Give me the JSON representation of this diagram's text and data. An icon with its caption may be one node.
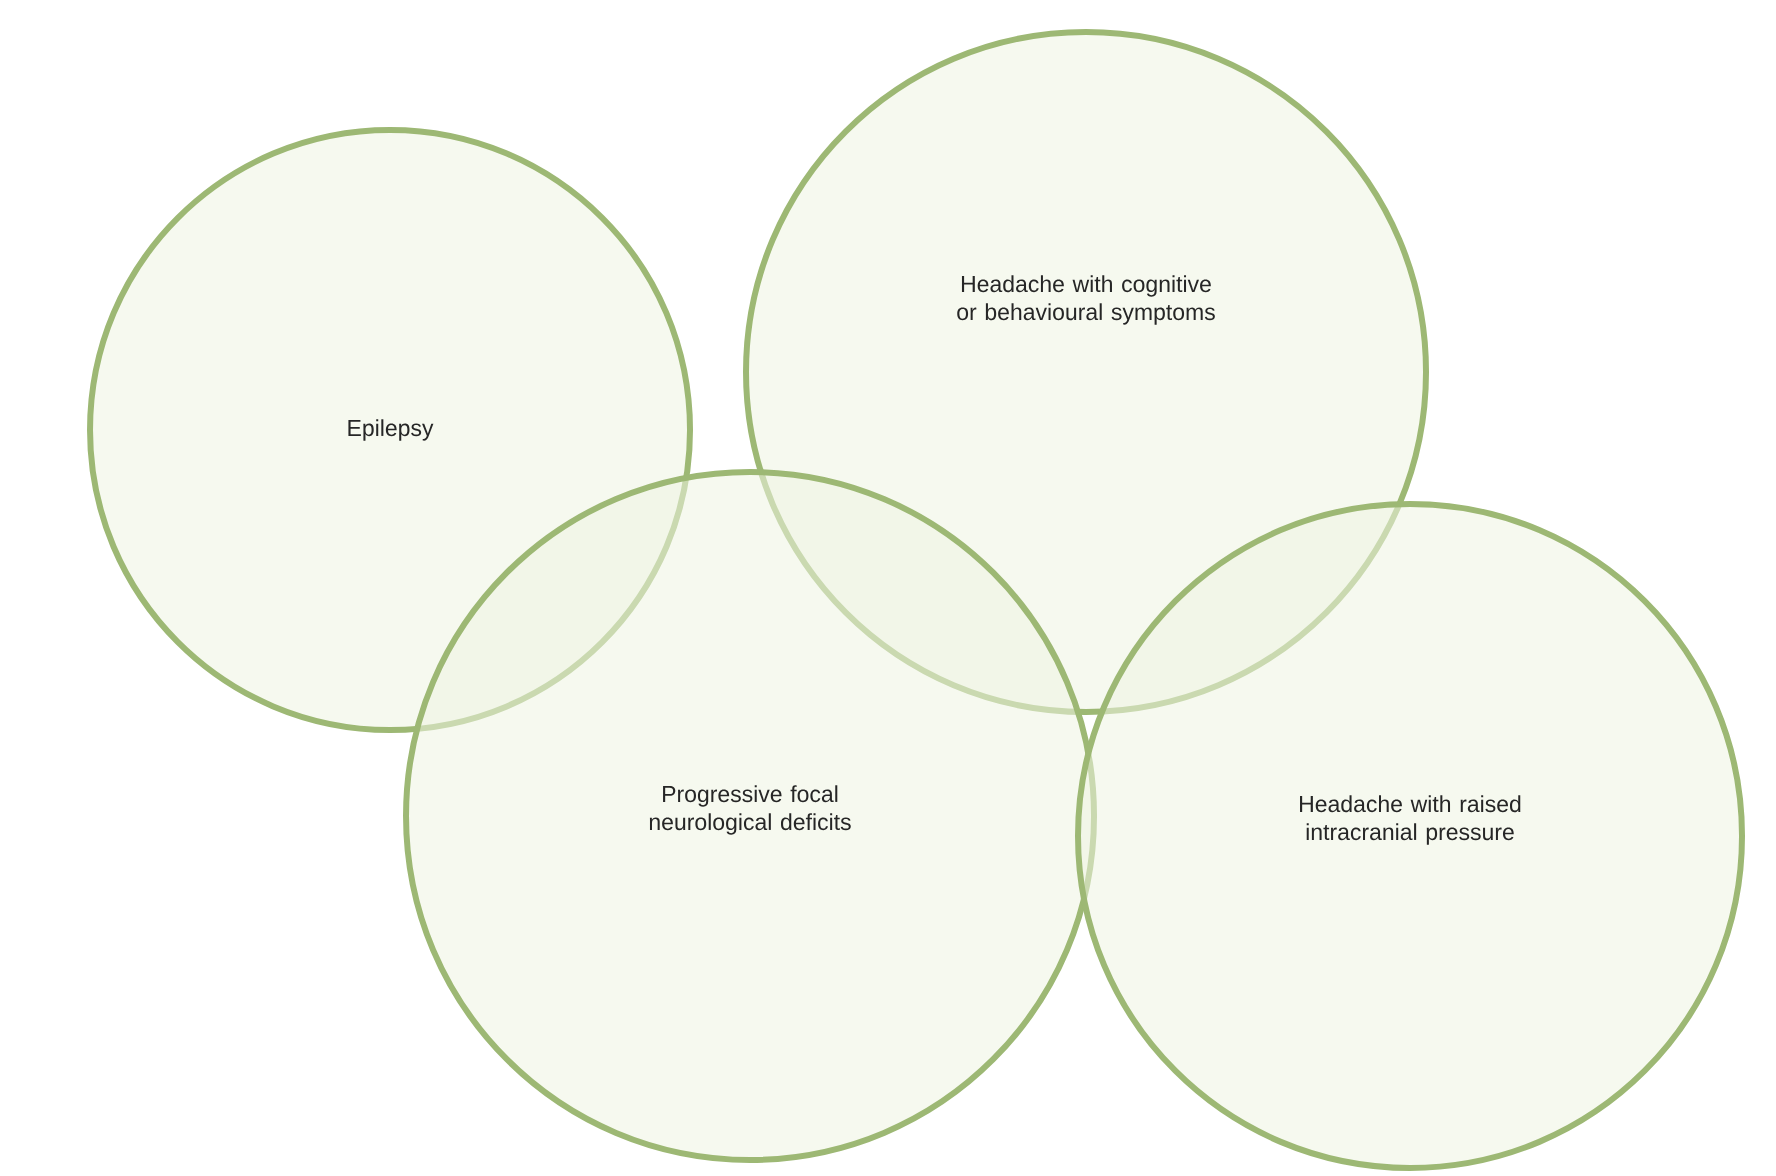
{
  "diagram": {
    "nodes": [
      {
        "text": [
          "Epilepsy"
        ]
      },
      {
        "text": [
          "Headache with cognitive or behavioural symptoms"
        ]
      },
      {
        "text": [
          "Progressive focal neurological deficits"
        ]
      },
      {
        "text": [
          "Headache with raised intracranial pressure"
        ]
      }
    ]
  }
}
